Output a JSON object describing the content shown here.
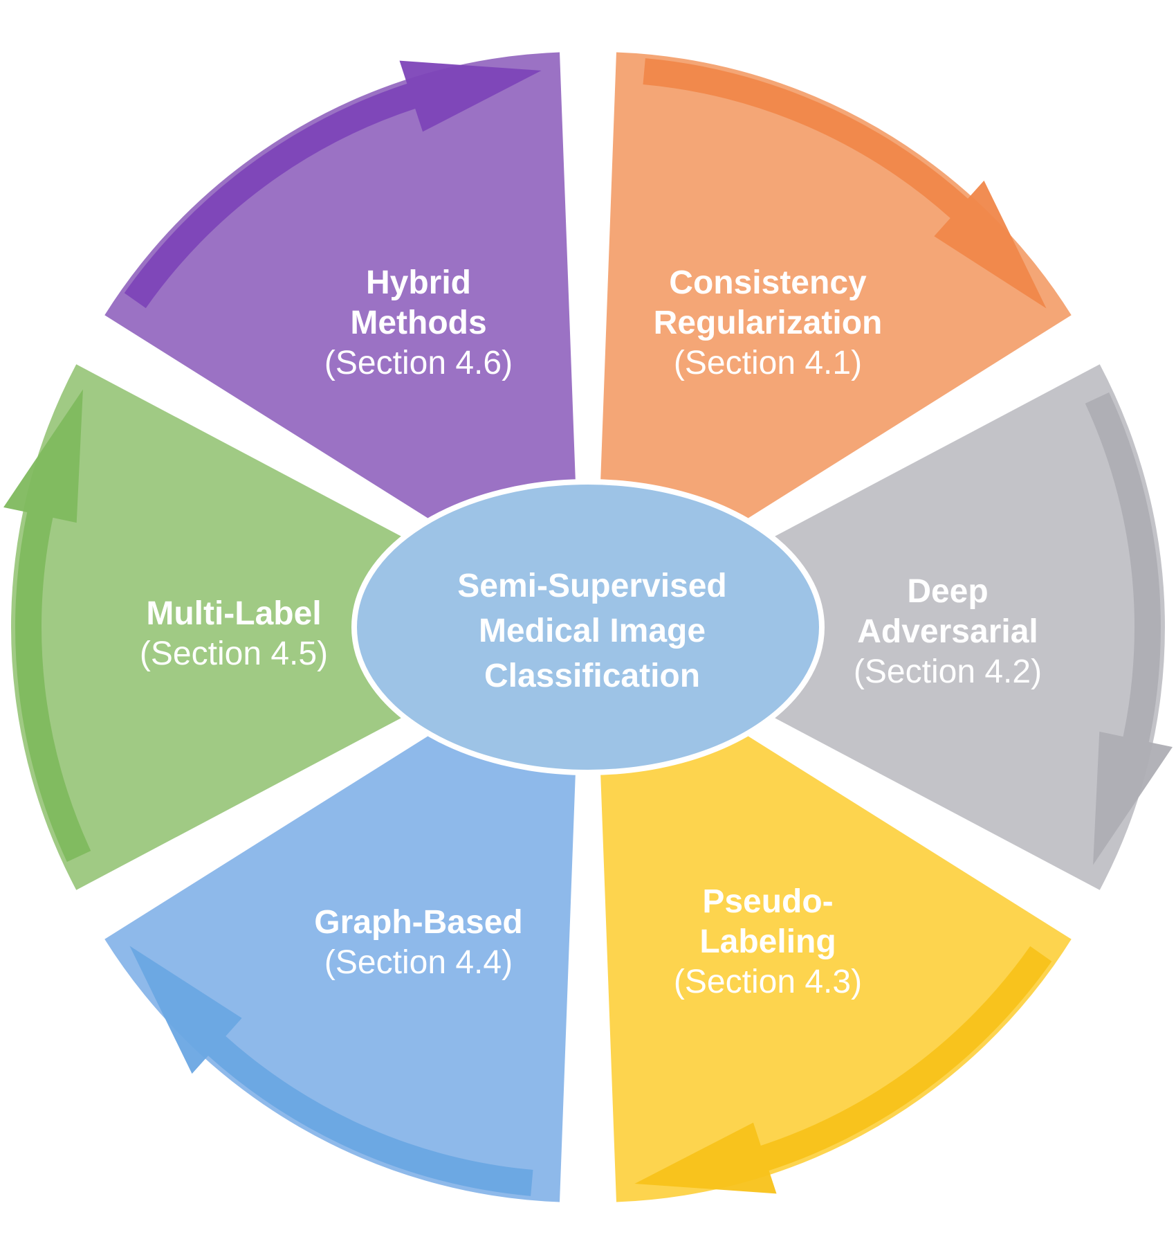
{
  "center": {
    "line1": "Semi-Supervised",
    "line2": "Medical  Image",
    "line3": "Classification",
    "color": "#9DC3E6"
  },
  "segments": [
    {
      "key": "consistency",
      "title1": "Consistency",
      "title2": "Regularization",
      "section": "(Section  4.1)",
      "fill": "#F4A676",
      "arrow": "#F0874A",
      "direction": "clockwise"
    },
    {
      "key": "adversarial",
      "title1": "Deep",
      "title2": "Adversarial",
      "section": "(Section  4.2)",
      "fill": "#C3C3C8",
      "arrow": "#AEAEB4",
      "direction": "clockwise"
    },
    {
      "key": "pseudo",
      "title1": "Pseudo-",
      "title2": "Labeling",
      "section": "(Section  4.3)",
      "fill": "#FDD44E",
      "arrow": "#F8C21A",
      "direction": "clockwise"
    },
    {
      "key": "graph",
      "title1": "Graph-Based",
      "title2": "",
      "section": "(Section  4.4)",
      "fill": "#8EB9EA",
      "arrow": "#6AA6E3",
      "direction": "clockwise"
    },
    {
      "key": "multilabel",
      "title1": "Multi-Label",
      "title2": "",
      "section": "(Section  4.5)",
      "fill": "#A0CA84",
      "arrow": "#80B95E",
      "direction": "clockwise"
    },
    {
      "key": "hybrid",
      "title1": "Hybrid",
      "title2": "Methods",
      "section": "(Section  4.6)",
      "fill": "#9B72C4",
      "arrow": "#7D45B8",
      "direction": "clockwise"
    }
  ]
}
